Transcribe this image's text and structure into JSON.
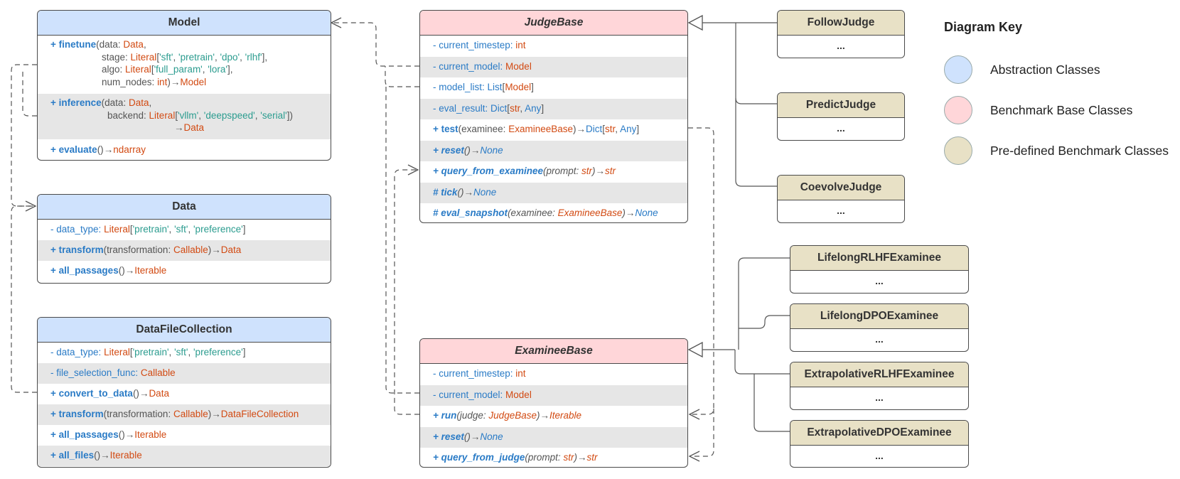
{
  "key": {
    "title": "Diagram Key",
    "items": [
      {
        "label": "Abstraction Classes",
        "color": "#cfe2fd"
      },
      {
        "label": "Benchmark Base Classes",
        "color": "#ffd6d9"
      },
      {
        "label": "Pre-defined Benchmark Classes",
        "color": "#e8e1c6"
      }
    ]
  },
  "model": {
    "title": "Model",
    "finetune": {
      "sign": "+ ",
      "name": "finetune",
      "open": "(data: ",
      "data_t": "Data",
      "comma": ",",
      "stage_lbl": "stage: ",
      "lit": "Literal",
      "stage_vals": [
        "'sft'",
        "'pretrain'",
        "'dpo'",
        "'rlhf'"
      ],
      "algo_lbl": "algo: ",
      "algo_vals": [
        "'full_param'",
        "'lora'"
      ],
      "nodes_lbl": "num_nodes: ",
      "nodes_t": "int",
      "close": ")",
      "arrow": "→",
      "ret": "Model"
    },
    "inference": {
      "sign": "+ ",
      "name": "inference",
      "open": "(data: ",
      "data_t": "Data",
      "comma": ",",
      "backend_lbl": "backend: ",
      "lit": "Literal",
      "backend_vals": [
        "'vllm'",
        "'deepspeed'",
        "'serial'"
      ],
      "close": ")",
      "arrow": "→",
      "ret": "Data"
    },
    "evaluate": {
      "sign": "+  ",
      "name": "evaluate",
      "parens": "()",
      "arrow": "→",
      "ret": "ndarray"
    }
  },
  "data_cls": {
    "title": "Data",
    "data_type": {
      "lbl": "- data_type: ",
      "lit": "Literal",
      "vals": [
        "'pretrain'",
        "'sft'",
        "'preference'"
      ]
    },
    "transform": {
      "sign": "+ ",
      "name": "transform",
      "open": "(transformation: ",
      "arg_t": "Callable",
      "close": ")",
      "arrow": "→",
      "ret": "Data"
    },
    "all_passages": {
      "sign": "+ ",
      "name": "all_passages",
      "parens": "()",
      "arrow": "→",
      "ret": "Iterable"
    }
  },
  "dfc": {
    "title": "DataFileCollection",
    "data_type": {
      "lbl": "- data_type: ",
      "lit": "Literal",
      "vals": [
        "'pretrain'",
        "'sft'",
        "'preference'"
      ]
    },
    "file_sel": {
      "lbl": "- file_selection_func: ",
      "t": "Callable"
    },
    "convert": {
      "sign": "+ ",
      "name": "convert_to_data",
      "parens": "()",
      "arrow": "→",
      "ret": "Data"
    },
    "transform": {
      "sign": "+ ",
      "name": "transform",
      "open": "(transformation: ",
      "arg_t": "Callable",
      "close": ")",
      "arrow": "→",
      "ret": "DataFileCollection"
    },
    "all_passages": {
      "sign": "+ ",
      "name": "all_passages",
      "parens": "()",
      "arrow": "→",
      "ret": "Iterable"
    },
    "all_files": {
      "sign": "+ ",
      "name": "all_files",
      "parens": "()",
      "arrow": "→",
      "ret": "Iterable"
    }
  },
  "judge": {
    "title": "JudgeBase",
    "timestep": {
      "lbl": "- current_timestep: ",
      "t": "int"
    },
    "cur_model": {
      "lbl": "- current_model: ",
      "t": "Model"
    },
    "model_list": {
      "lbl": "- model_list: ",
      "list": "List",
      "t": "Model"
    },
    "eval_result": {
      "lbl": "- eval_result: ",
      "dict": "Dict",
      "k": "str",
      "v": "Any"
    },
    "test": {
      "sign": "+ ",
      "name": "test",
      "open": "(examinee: ",
      "arg_t": "ExamineeBase",
      "close": ")",
      "arrow": "→",
      "dict": "Dict",
      "k": "str",
      "v": "Any"
    },
    "reset": {
      "sign": "+ ",
      "name": "reset",
      "parens": "()",
      "arrow": "→",
      "ret": "None"
    },
    "query": {
      "sign": "+ ",
      "name": "query_from_examinee",
      "open": "(prompt: ",
      "arg_t": "str",
      "close": ")",
      "arrow": "→",
      "ret": "str"
    },
    "tick": {
      "sign": "# ",
      "name": "tick",
      "parens": "()",
      "arrow": "→",
      "ret": "None"
    },
    "snapshot": {
      "sign": "# ",
      "name": "eval_snapshot",
      "open": "(examinee: ",
      "arg_t": "ExamineeBase",
      "close": ")",
      "arrow": "→",
      "ret": "None"
    }
  },
  "examinee": {
    "title": "ExamineeBase",
    "timestep": {
      "lbl": "- current_timestep: ",
      "t": "int"
    },
    "cur_model": {
      "lbl": "- current_model: ",
      "t": "Model"
    },
    "run": {
      "sign": "+ ",
      "name": "run",
      "open": "(judge: ",
      "arg_t": "JudgeBase",
      "close": ")",
      "arrow": "→",
      "ret": "Iterable"
    },
    "reset": {
      "sign": "+ ",
      "name": "reset",
      "parens": "()",
      "arrow": "→",
      "ret": "None"
    },
    "query": {
      "sign": "+ ",
      "name": "query_from_judge",
      "open": "(prompt: ",
      "arg_t": "str",
      "close": ")",
      "arrow": "→",
      "ret": "str"
    }
  },
  "subclasses": {
    "judges": [
      "FollowJudge",
      "PredictJudge",
      "CoevolveJudge"
    ],
    "examinees": [
      "LifelongRLHFExaminee",
      "LifelongDPOExaminee",
      "ExtrapolativeRLHFExaminee",
      "ExtrapolativeDPOExaminee"
    ],
    "ellipsis": "..."
  }
}
